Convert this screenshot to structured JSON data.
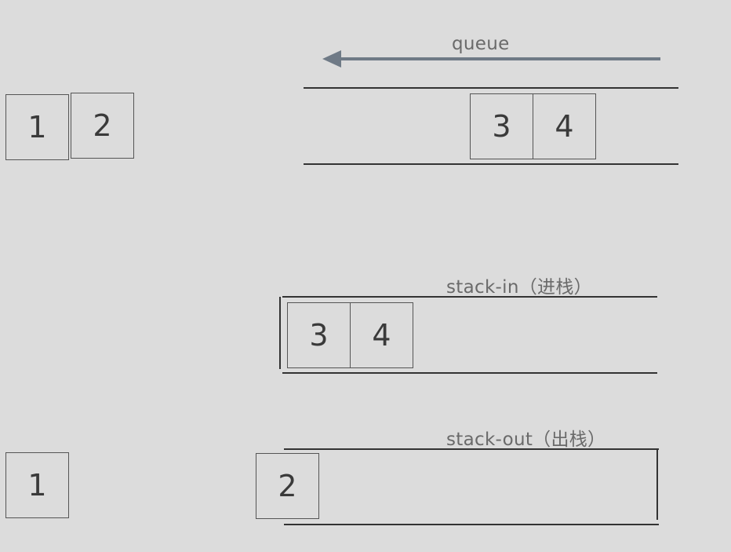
{
  "dequeued_elements": [
    {
      "value": "1"
    },
    {
      "value": "2"
    }
  ],
  "queue": {
    "label": "queue",
    "direction": "left",
    "elements": [
      "3",
      "4"
    ]
  },
  "stack_in": {
    "label": "stack-in（进栈）",
    "elements": [
      "3",
      "4"
    ]
  },
  "stack_out": {
    "label": "stack-out（出栈）",
    "elements": [
      "2"
    ]
  },
  "popped_elements": [
    "1"
  ],
  "colors": {
    "background": "#dcdcdc",
    "arrow": "#6f7a86",
    "lines": "#333333",
    "text": "#3a3a3a"
  }
}
